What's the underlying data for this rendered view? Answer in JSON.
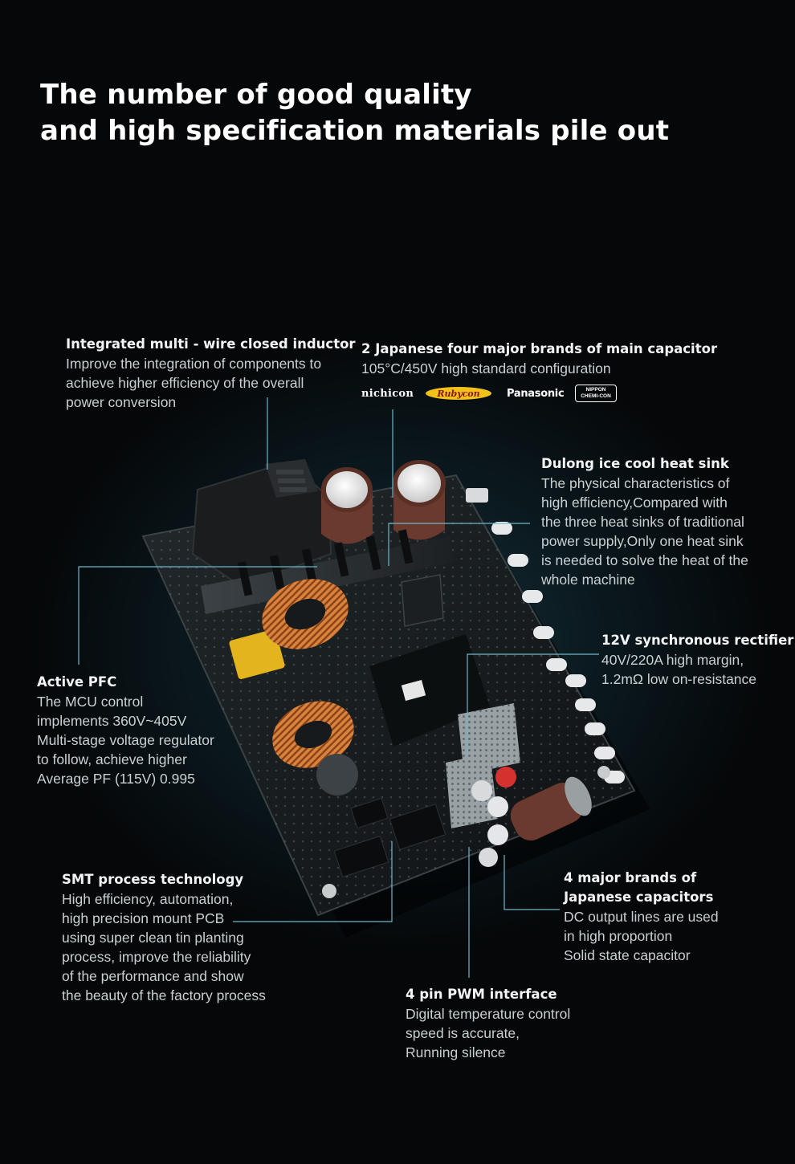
{
  "headline": {
    "line1": "The number of good quality",
    "line2": "and high specification materials pile out"
  },
  "callouts": {
    "inductor": {
      "title": "Integrated multi - wire closed inductor",
      "lines": [
        "Improve the integration of components to",
        "achieve higher efficiency of the overall",
        "power conversion"
      ]
    },
    "main_capacitor": {
      "title": "2 Japanese four major brands of main capacitor",
      "lines": [
        "105°C/450V high standard configuration"
      ]
    },
    "heat_sink": {
      "title": "Dulong ice cool heat sink",
      "lines": [
        "The physical characteristics of",
        "high efficiency,Compared with",
        "the three heat sinks of traditional",
        "power supply,Only one heat sink",
        "is needed to solve the heat of the",
        "whole machine"
      ]
    },
    "rectifier": {
      "title": "12V synchronous rectifier",
      "lines": [
        "40V/220A high margin,",
        "1.2mΩ low on-resistance"
      ]
    },
    "pfc": {
      "title": "Active PFC",
      "lines": [
        "The MCU control",
        "implements 360V~405V",
        "Multi-stage voltage regulator",
        "to follow, achieve higher",
        "Average PF (115V) 0.995"
      ]
    },
    "smt": {
      "title": "SMT process technology",
      "lines": [
        "High efficiency, automation,",
        "high precision mount PCB",
        "using super clean tin planting",
        "process, improve the reliability",
        "of the performance and show",
        "the beauty of the factory process"
      ]
    },
    "japanese_caps": {
      "title_line1": "4 major brands of",
      "title_line2": "Japanese capacitors",
      "lines": [
        "DC output lines are used",
        "in high proportion",
        "Solid state capacitor"
      ]
    },
    "pwm": {
      "title": "4 pin PWM interface",
      "lines": [
        "Digital temperature control",
        "speed is accurate,",
        "Running silence"
      ]
    }
  },
  "brand_logos": {
    "nichicon": "nichicon",
    "rubycon": "Rubycon",
    "panasonic": "Panasonic",
    "nippon_line1": "NIPPON",
    "nippon_line2": "CHEMI-CON"
  },
  "colors": {
    "background": "#050708",
    "callout_line": "#6fb6c8",
    "pcb": "#161a1c",
    "copper": "#c8702e",
    "inductor_core": "#e3b41e",
    "capacitor_sleeve": "#6b3a2e"
  }
}
